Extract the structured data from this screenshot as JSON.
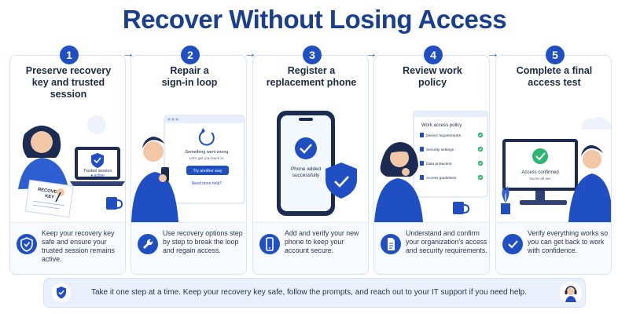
{
  "title": "Recover Without Losing Access",
  "steps": [
    {
      "number": "1",
      "title": "Preserve recovery\nkey and trusted\nsession",
      "description": "Keep your recovery key safe and ensure your trusted session remains active.",
      "icon": "shield-check-icon",
      "scene": {
        "laptop_line1": "Trusted session",
        "laptop_line2": "● active",
        "paper_line1": "RECOVERY",
        "paper_line2": "KEY"
      }
    },
    {
      "number": "2",
      "title": "Repair a\nsign-in loop",
      "description": "Use recovery options step by step to break the loop and regain access.",
      "icon": "wrench-icon",
      "scene": {
        "line1": "Something went wrong",
        "line2": "Let's get you back in.",
        "button": "Try another way",
        "link": "Need more help?"
      }
    },
    {
      "number": "3",
      "title": "Register a\nreplacement phone",
      "description": "Add and verify your new phone to keep your account secure.",
      "icon": "phone-icon",
      "scene": {
        "line1": "Phone added",
        "line2": "successfully"
      }
    },
    {
      "number": "4",
      "title": "Review work\npolicy",
      "description": "Understand and confirm your organization's access and security requirements.",
      "icon": "document-icon",
      "scene": {
        "panel_title": "Work access policy",
        "items": [
          "Device requirements",
          "Security settings",
          "Data protection",
          "Access guidelines"
        ]
      }
    },
    {
      "number": "5",
      "title": "Complete a final\naccess test",
      "description": "Verify everything works so you can get back to work with confidence.",
      "icon": "check-icon",
      "scene": {
        "line1": "Access confirmed",
        "line2": "You're all set."
      }
    }
  ],
  "footer": {
    "text": "Take it one step at a time. Keep your recovery key safe, follow the prompts, and reach out to your IT support if you need help."
  },
  "colors": {
    "primary": "#1f4fc2",
    "title": "#1a3f8f",
    "success": "#2bb673"
  }
}
